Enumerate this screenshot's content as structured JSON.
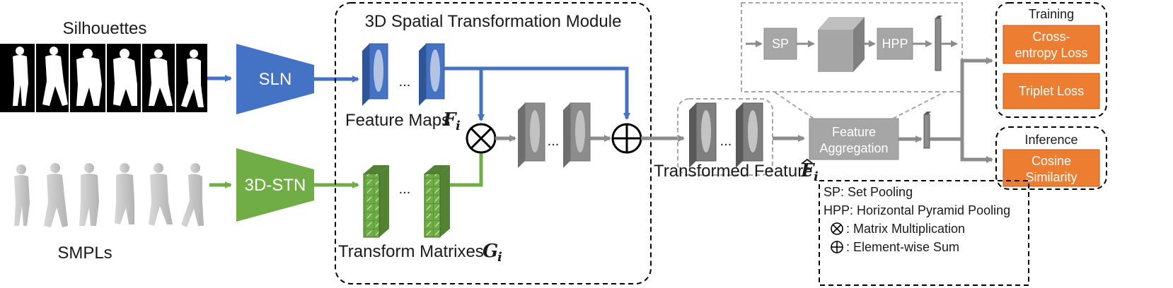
{
  "labels": {
    "silhouettes": "Silhouettes",
    "smpls": "SMPLs",
    "module_title": "3D Spatial Transformation Module",
    "sln": "SLN",
    "stn": "3D-STN",
    "feature_maps": "Feature Maps",
    "feature_maps_sym": "F",
    "feature_maps_sub": "i",
    "transform_matrixes": "Transform Matrixes",
    "transform_matrixes_sym": "G",
    "transform_matrixes_sub": "i",
    "transformed_feature": "Transformed Feature",
    "transformed_feature_sym": "F",
    "transformed_feature_sub": "i",
    "ellipsis": "...",
    "sp": "SP",
    "hpp": "HPP",
    "feature_aggregation_line1": "Feature",
    "feature_aggregation_line2": "Aggregation",
    "training": "Training",
    "cross_entropy_line1": "Cross-",
    "cross_entropy_line2": "entropy Loss",
    "triplet": "Triplet Loss",
    "inference": "Inference",
    "cosine_line1": "Cosine",
    "cosine_line2": "Similarity"
  },
  "legend": [
    {
      "symbol": "",
      "text": "SP: Set Pooling"
    },
    {
      "symbol": "",
      "text": "HPP: Horizontal Pyramid Pooling"
    },
    {
      "symbol": "⊗",
      "text": " : Matrix Multiplication"
    },
    {
      "symbol": "⊕",
      "text": " : Element-wise Sum"
    }
  ],
  "colors": {
    "blue": "#4472C4",
    "green": "#70AD47",
    "orange": "#ED7D31",
    "gray": "#8C8C8C",
    "dark_gray": "#595959"
  }
}
